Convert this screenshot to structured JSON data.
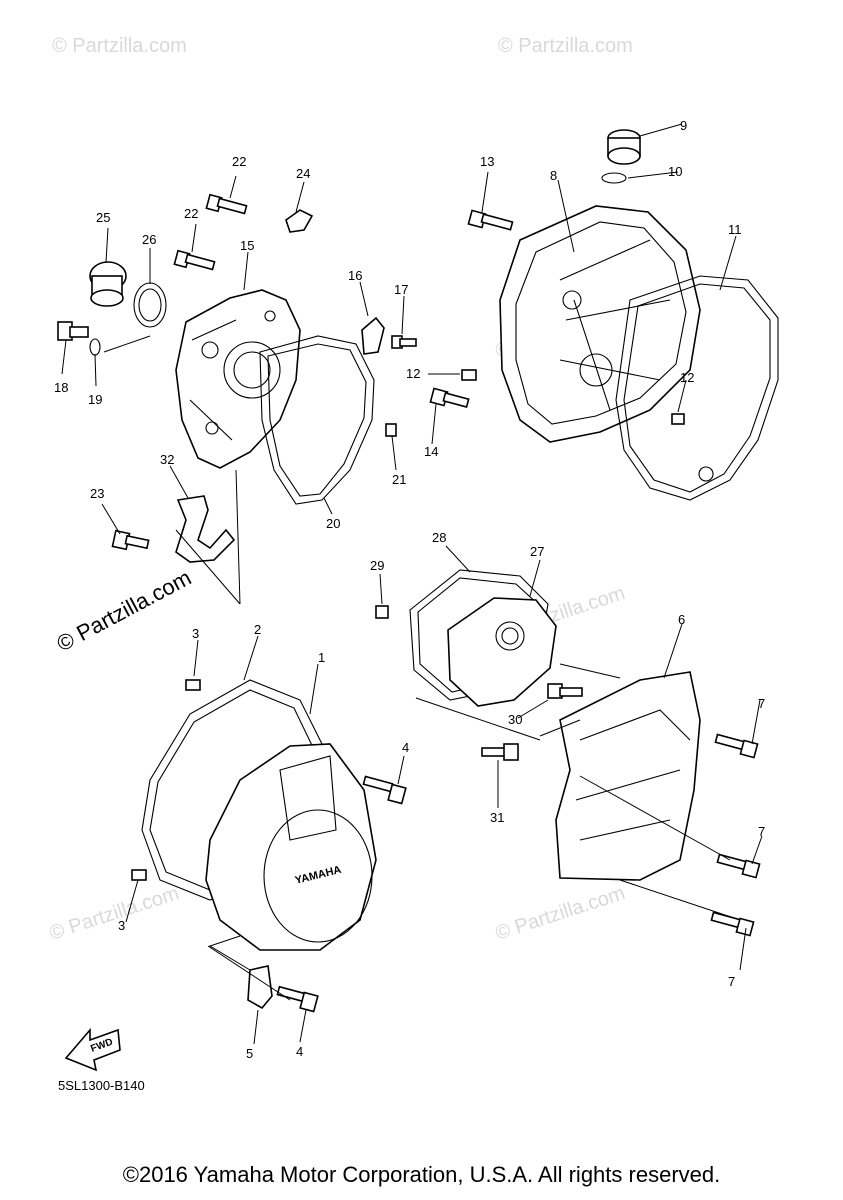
{
  "watermark": "© Partzilla.com",
  "reference_code": "5SL1300-B140",
  "logo_text": "YAMAHA",
  "fwd_text": "FWD",
  "copyright": "©2016 Yamaha Motor Corporation, U.S.A. All rights reserved.",
  "callouts": [
    "1",
    "2",
    "3",
    "3",
    "4",
    "4",
    "5",
    "6",
    "7",
    "7",
    "7",
    "8",
    "9",
    "10",
    "11",
    "12",
    "12",
    "13",
    "14",
    "15",
    "16",
    "17",
    "18",
    "19",
    "20",
    "21",
    "22",
    "22",
    "23",
    "24",
    "25",
    "26",
    "27",
    "28",
    "29",
    "30",
    "31",
    "32"
  ]
}
